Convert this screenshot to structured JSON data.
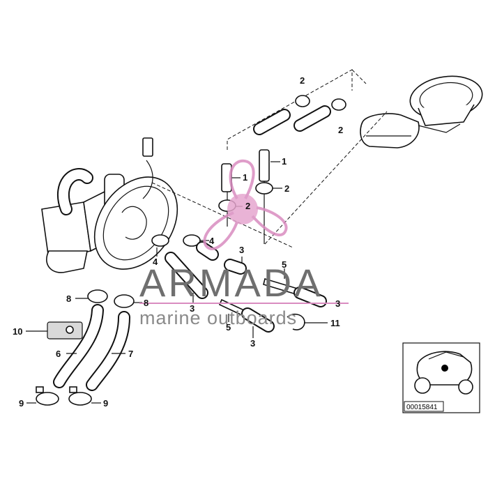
{
  "diagram": {
    "callouts": [
      {
        "id": "c1a",
        "label": "1"
      },
      {
        "id": "c1b",
        "label": "1"
      },
      {
        "id": "c2a",
        "label": "2"
      },
      {
        "id": "c2b",
        "label": "2"
      },
      {
        "id": "c2c",
        "label": "2"
      },
      {
        "id": "c2d",
        "label": "2"
      },
      {
        "id": "c3a",
        "label": "3"
      },
      {
        "id": "c3b",
        "label": "3"
      },
      {
        "id": "c3c",
        "label": "3"
      },
      {
        "id": "c3d",
        "label": "3"
      },
      {
        "id": "c4a",
        "label": "4"
      },
      {
        "id": "c4b",
        "label": "4"
      },
      {
        "id": "c5a",
        "label": "5"
      },
      {
        "id": "c5b",
        "label": "5"
      },
      {
        "id": "c6",
        "label": "6"
      },
      {
        "id": "c7",
        "label": "7"
      },
      {
        "id": "c8a",
        "label": "8"
      },
      {
        "id": "c8b",
        "label": "8"
      },
      {
        "id": "c9a",
        "label": "9"
      },
      {
        "id": "c9b",
        "label": "9"
      },
      {
        "id": "c10",
        "label": "10"
      },
      {
        "id": "c11",
        "label": "11"
      }
    ],
    "reference_number": "00015841"
  },
  "watermark": {
    "brand": "ARMADA",
    "tagline": "marine outboards",
    "accent_color": "#d98cc0"
  }
}
